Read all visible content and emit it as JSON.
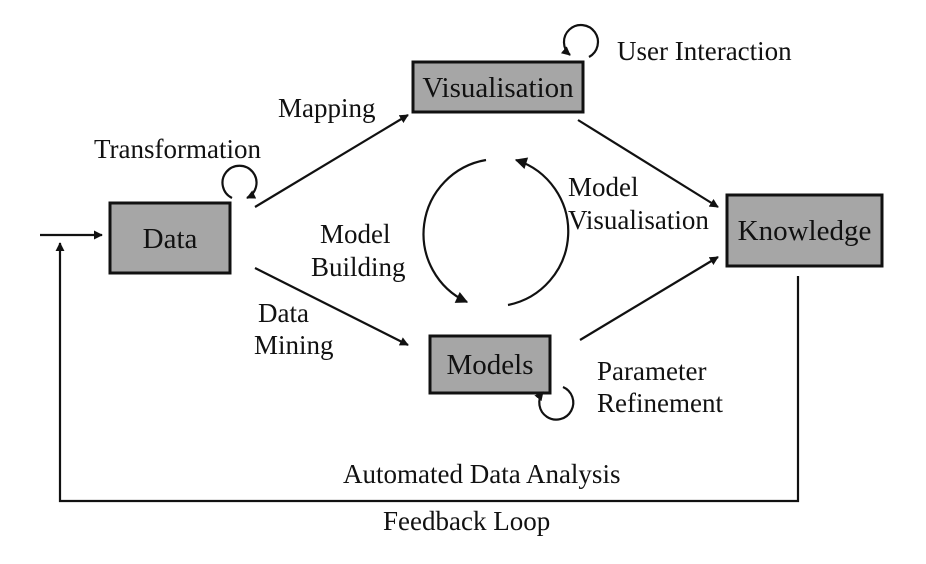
{
  "nodes": {
    "data": "Data",
    "visualisation": "Visualisation",
    "models": "Models",
    "knowledge": "Knowledge"
  },
  "labels": {
    "transformation": "Transformation",
    "mapping": "Mapping",
    "user_interaction": "User Interaction",
    "model_visualisation_1": "Model",
    "model_visualisation_2": "Visualisation",
    "model_building_1": "Model",
    "model_building_2": "Building",
    "data_mining_1": "Data",
    "data_mining_2": "Mining",
    "parameter_refinement_1": "Parameter",
    "parameter_refinement_2": "Refinement",
    "automated_data_analysis": "Automated Data Analysis",
    "feedback_loop": "Feedback Loop"
  },
  "colors": {
    "box_fill": "#a6a6a6",
    "stroke": "#111111",
    "background": "#ffffff"
  }
}
